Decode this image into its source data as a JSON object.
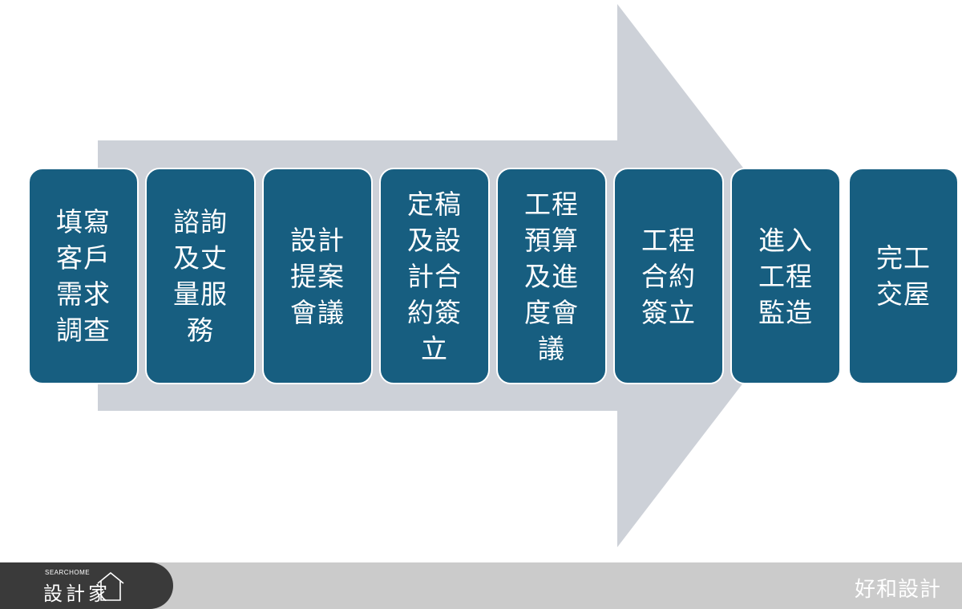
{
  "colors": {
    "arrow": "#cdd1d8",
    "step_fill": "#175e80",
    "step_border": "#ffffff",
    "footer_bar": "#cbcbcb",
    "logo_pill": "#3a3a3a"
  },
  "steps": [
    {
      "label": "填寫客戶需求調查"
    },
    {
      "label": "諮詢及丈量服務"
    },
    {
      "label": "設計提案會議"
    },
    {
      "label": "定稿及設計合約簽立"
    },
    {
      "label": "工程預算及進度會議"
    },
    {
      "label": "工程合約簽立"
    },
    {
      "label": "進入工程監造"
    },
    {
      "label": "完工交屋"
    }
  ],
  "footer": {
    "logo_small": "SEARCHOME",
    "logo_main": "設計家",
    "brand": "好和設計"
  }
}
